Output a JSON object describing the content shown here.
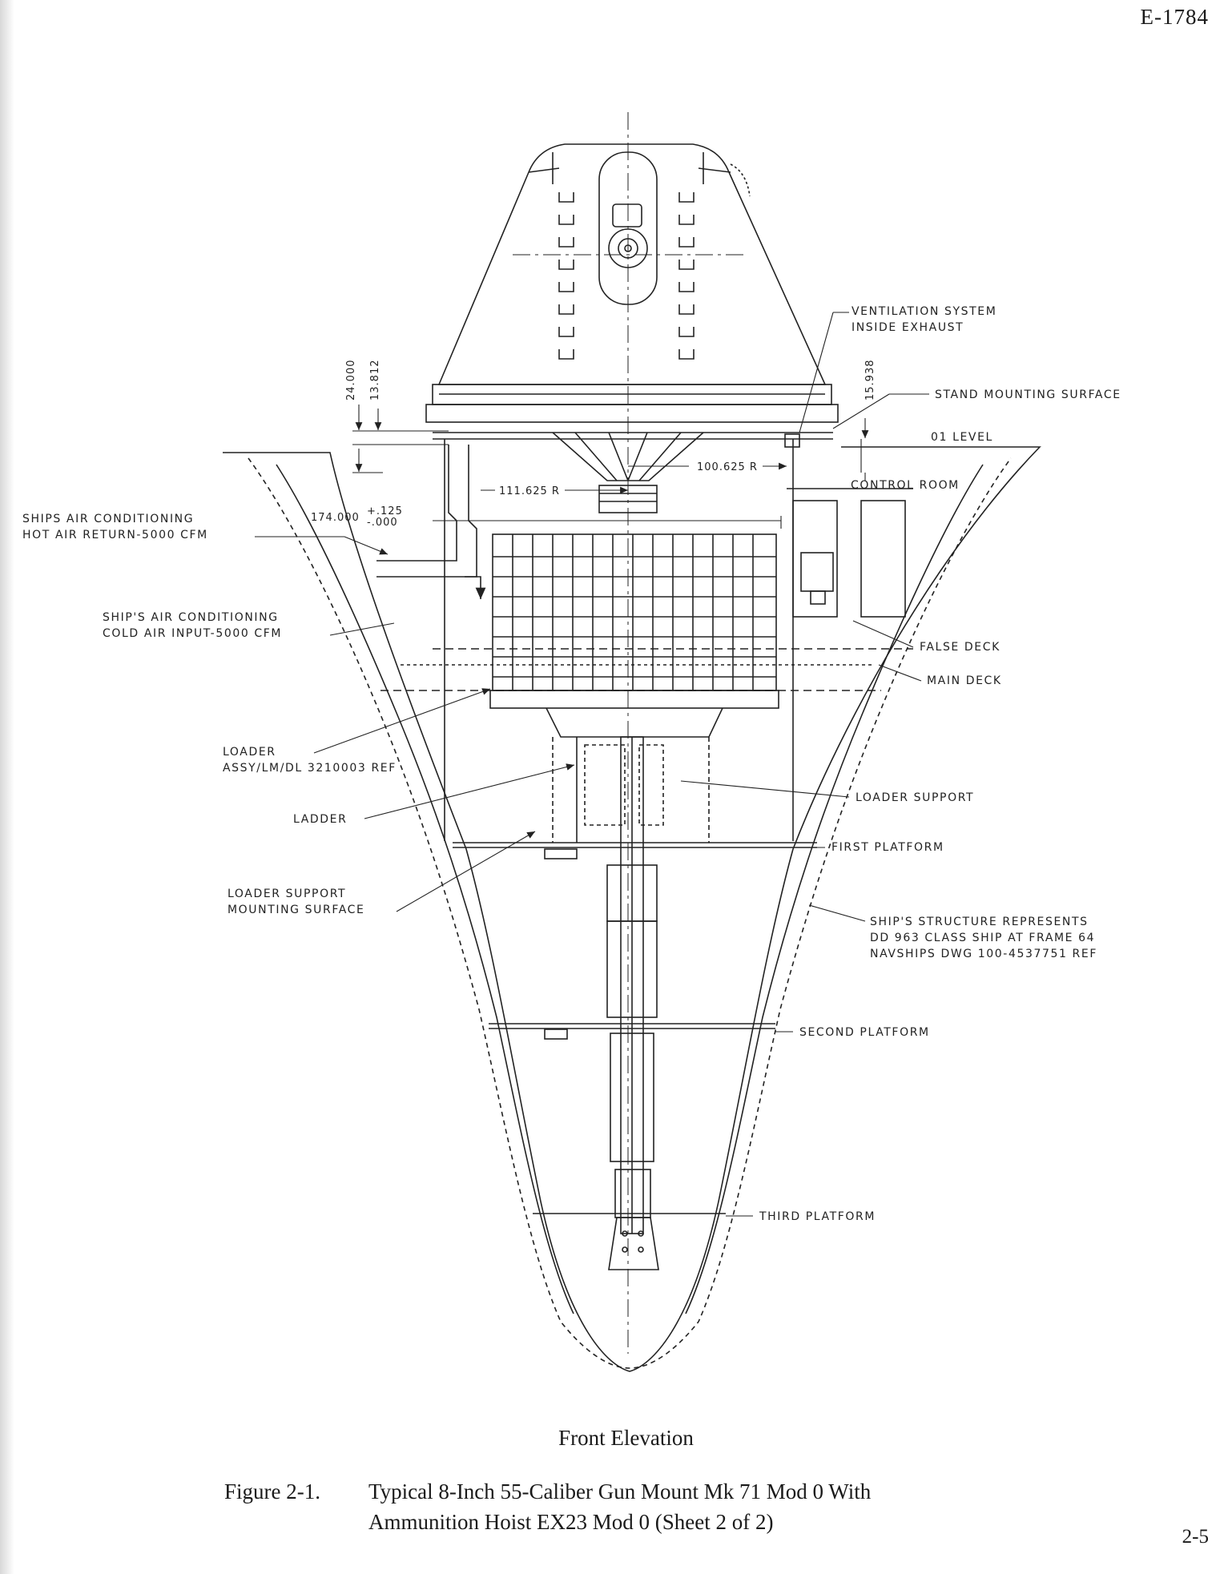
{
  "header": {
    "document_number": "E-1784"
  },
  "footer": {
    "page_number": "2-5"
  },
  "drawing": {
    "labels": {
      "ventilation_line1": "VENTILATION SYSTEM",
      "ventilation_line2": "INSIDE EXHAUST",
      "stand_mounting_surface": "STAND MOUNTING SURFACE",
      "o1_level": "01 LEVEL",
      "control_room": "CONTROL ROOM",
      "false_deck": "FALSE DECK",
      "main_deck": "MAIN DECK",
      "loader_support": "LOADER SUPPORT",
      "first_platform": "FIRST PLATFORM",
      "structure_line1": "SHIP'S STRUCTURE REPRESENTS",
      "structure_line2": "DD 963 CLASS SHIP AT FRAME 64",
      "structure_line3": "NAVSHIPS DWG 100-4537751 REF",
      "second_platform": "SECOND PLATFORM",
      "third_platform": "THIRD PLATFORM",
      "hot_air_line1": "SHIPS AIR CONDITIONING",
      "hot_air_line2": "HOT AIR RETURN-5000 CFM",
      "cold_air_line1": "SHIP'S AIR CONDITIONING",
      "cold_air_line2": "COLD AIR INPUT-5000 CFM",
      "loader_line1": "LOADER",
      "loader_line2": "ASSY/LM/DL 3210003 REF",
      "ladder": "LADDER",
      "loader_mount_line1": "LOADER SUPPORT",
      "loader_mount_line2": "MOUNTING SURFACE"
    },
    "dimensions": {
      "d24": "24.000",
      "d13": "13.812",
      "d15": "15.938",
      "r111": "111.625 R",
      "r100": "100.625 R",
      "d174": "174.000",
      "tol_plus": "+.125",
      "tol_minus": "-.000"
    }
  },
  "caption": {
    "view_title": "Front Elevation",
    "figure_number": "Figure 2-1.",
    "title_line1": "Typical 8-Inch 55-Caliber Gun Mount Mk 71 Mod 0 With",
    "title_line2": "Ammunition Hoist EX23 Mod 0 (Sheet 2 of 2)"
  }
}
